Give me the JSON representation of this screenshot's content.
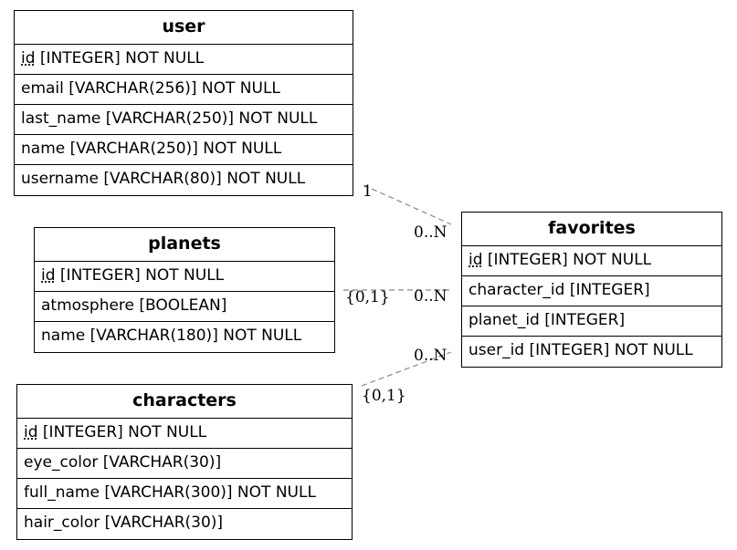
{
  "entities": {
    "user": {
      "name": "user",
      "fields": [
        {
          "pk": "id",
          "rest": " [INTEGER] NOT NULL"
        },
        {
          "pk": "",
          "rest": "email [VARCHAR(256)] NOT NULL"
        },
        {
          "pk": "",
          "rest": "last_name [VARCHAR(250)] NOT NULL"
        },
        {
          "pk": "",
          "rest": "name [VARCHAR(250)] NOT NULL"
        },
        {
          "pk": "",
          "rest": "username [VARCHAR(80)] NOT NULL"
        }
      ]
    },
    "planets": {
      "name": "planets",
      "fields": [
        {
          "pk": "id",
          "rest": " [INTEGER] NOT NULL"
        },
        {
          "pk": "",
          "rest": "atmosphere [BOOLEAN]"
        },
        {
          "pk": "",
          "rest": "name [VARCHAR(180)] NOT NULL"
        }
      ]
    },
    "characters": {
      "name": "characters",
      "fields": [
        {
          "pk": "id",
          "rest": " [INTEGER] NOT NULL"
        },
        {
          "pk": "",
          "rest": "eye_color [VARCHAR(30)]"
        },
        {
          "pk": "",
          "rest": "full_name [VARCHAR(300)] NOT NULL"
        },
        {
          "pk": "",
          "rest": "hair_color [VARCHAR(30)]"
        }
      ]
    },
    "favorites": {
      "name": "favorites",
      "fields": [
        {
          "pk": "id",
          "rest": " [INTEGER] NOT NULL"
        },
        {
          "pk": "",
          "rest": "character_id [INTEGER]"
        },
        {
          "pk": "",
          "rest": "planet_id [INTEGER]"
        },
        {
          "pk": "",
          "rest": "user_id [INTEGER] NOT NULL"
        }
      ]
    }
  },
  "relationships": [
    {
      "from": "user",
      "to": "favorites",
      "from_card": "1",
      "to_card": "0..N"
    },
    {
      "from": "planets",
      "to": "favorites",
      "from_card": "{0,1}",
      "to_card": "0..N"
    },
    {
      "from": "characters",
      "to": "favorites",
      "from_card": "{0,1}",
      "to_card": "0..N"
    }
  ],
  "colors": {
    "line": "#888888",
    "border": "#000000"
  }
}
